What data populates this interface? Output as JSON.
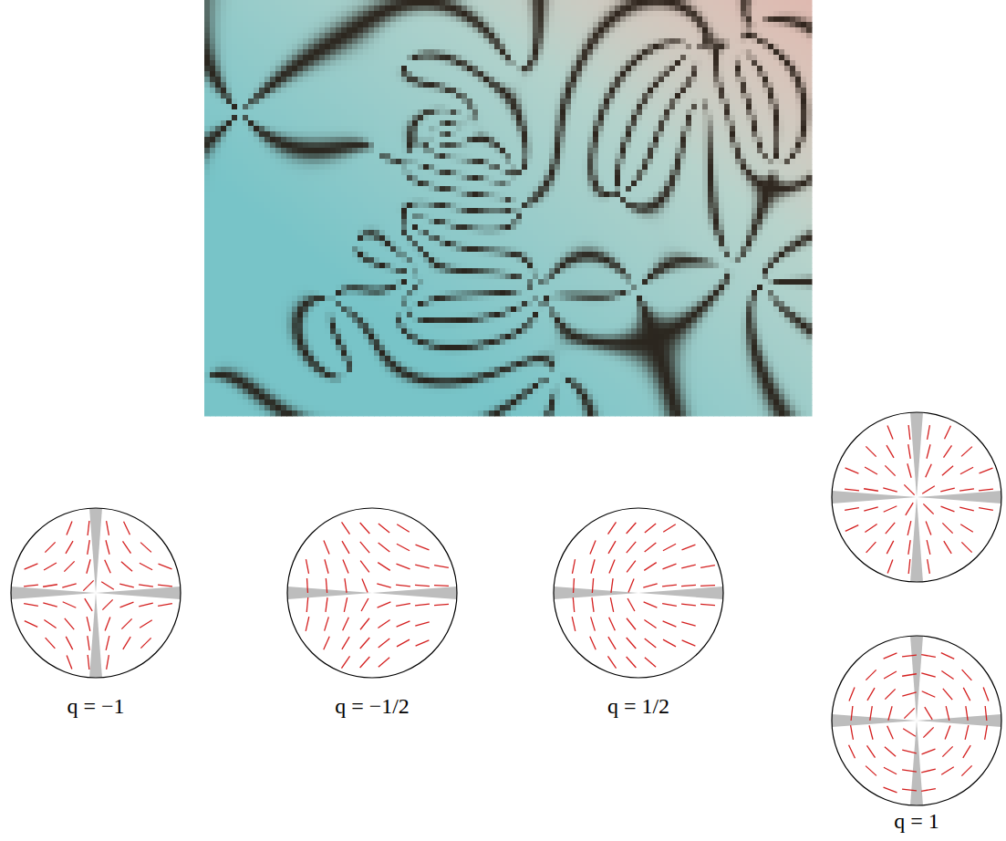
{
  "diagram": {
    "labels": [
      "q = −1",
      "q = −1/2",
      "q = 1/2",
      "q = 1"
    ]
  }
}
